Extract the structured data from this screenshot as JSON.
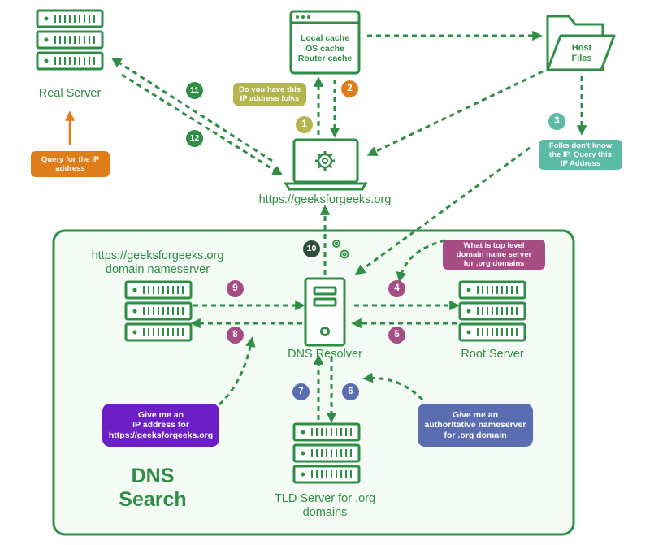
{
  "colors": {
    "green": "#2f8d46",
    "orange": "#de7d1a",
    "olive": "#b5b550",
    "teal": "#5bbba6",
    "magenta": "#a64d86",
    "purple": "#6b1fc4",
    "slate_blue": "#5a6db0",
    "dark": "#2f4f3d",
    "box_fill": "#f3fbf4"
  },
  "icons": {
    "real_server": "server-stack-icon",
    "browser": "browser-window-icon",
    "folder": "folder-icon",
    "laptop": "laptop-gear-icon",
    "gears": "gears-icon",
    "tower": "server-tower-icon"
  },
  "labels": {
    "real_server": "Real Server",
    "laptop_url": "https://geeksforgeeks.org",
    "domain_ns_line1": "https://geeksforgeeks.org",
    "domain_ns_line2": "domain nameserver",
    "dns_resolver": "DNS Resolver",
    "root_server": "Root Server",
    "tld_line1": "TLD Server for .org",
    "tld_line2": "domains"
  },
  "title": {
    "line1": "DNS",
    "line2": "Search"
  },
  "cache_box": {
    "line1": "Local cache",
    "line2": "OS cache",
    "line3": "Router cache"
  },
  "host_files": {
    "line1": "Host",
    "line2": "Files"
  },
  "callouts": {
    "query_ip_1": "Query for the IP",
    "query_ip_2": "address",
    "do_you_have_1": "Do you have this",
    "do_you_have_2": "IP address folks",
    "folks_1": "Folks don't know",
    "folks_2": "the IP. Query this",
    "folks_3": "IP Address",
    "top_level_1": "What is top level",
    "top_level_2": "domain name server",
    "top_level_3": "for .org domains",
    "give_ip_1": "Give me an",
    "give_ip_2": "IP address for",
    "give_ip_3": "https://geeksforgeeks.org",
    "give_auth_1": "Give me an",
    "give_auth_2": "authoritative nameserver",
    "give_auth_3": "for .org domain"
  },
  "steps": [
    "1",
    "2",
    "3",
    "4",
    "5",
    "6",
    "7",
    "8",
    "9",
    "10",
    "11",
    "12"
  ]
}
